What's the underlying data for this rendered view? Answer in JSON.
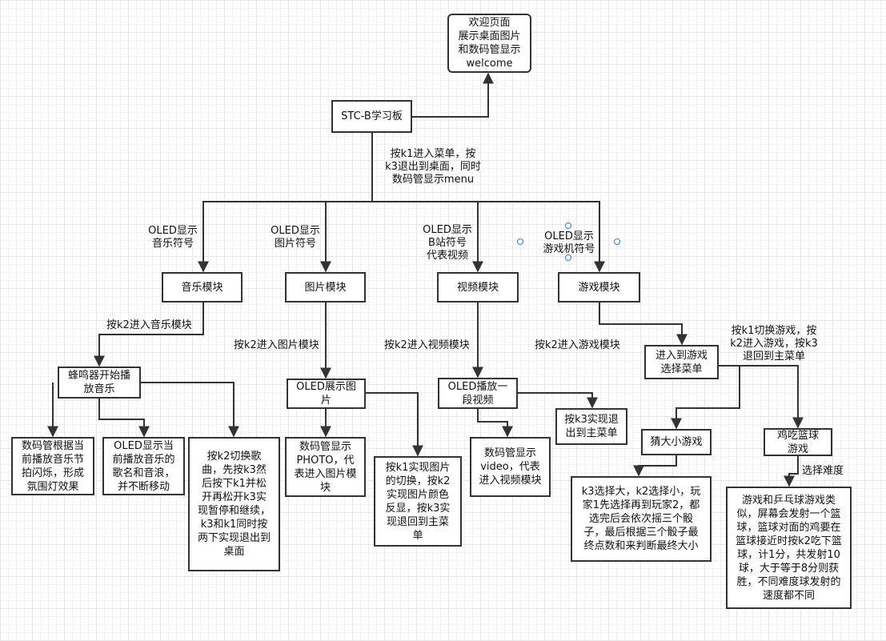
{
  "nodes": {
    "welcome": "欢迎页面\n展示桌面图片\n和数码管显示\nwelcome",
    "board": "STC-B学习板",
    "music": "音乐模块",
    "picture": "图片模块",
    "video": "视频模块",
    "game": "游戏模块",
    "buzzer": "蜂鸣器开始播\n放音乐",
    "seg_music_light": "数码管根据当\n前播放音乐节\n拍闪烁，形成\n氛围灯效果",
    "oled_song": "OLED显示当\n前播放音乐的\n歌名和音浪，\n并不断移动",
    "k2_switch_song": "按k2切换歌\n曲，先按k3然\n后按下k1并松\n开再松开k3实\n现暂停和继续，\nk3和k1同时按\n两下实现退出到\n桌面",
    "oled_show_pic": "OLED展示图\n片",
    "seg_photo": "数码管显示\nPHOTO，代\n表进入图片模\n块",
    "k1_switch_pic": "按k1实现图片\n的切换，按k2\n实现图片颜色\n反显，按k3实\n现退回到主菜\n单",
    "oled_play_video": "OLED播放一\n段视频",
    "k3_exit_video": "按k3实现退\n出到主菜单",
    "seg_video": "数码管显示\nvideo，代表\n进入视频模块",
    "game_menu": "进入到游戏\n选择菜单",
    "guess": "猜大小游戏",
    "basketball": "鸡吃篮球\n游戏",
    "guess_rules": "k3选择大，k2选择小，玩\n家1先选择再到玩家2，都\n选完后会依次摇三个骰\n子，最后根据三个骰子最\n终点数和来判断最终大小",
    "basketball_rules": "游戏和乒乓球游戏类\n似，屏幕会发射一个篮\n球，篮球对面的鸡要在\n篮球接近时按k2吃下篮\n球，计1分，共发射10\n球，大于等于8分则获\n胜，不同难度球发射的\n速度都不同"
  },
  "labels": {
    "k1_enter_menu": "按k1进入菜单，按\nk3退出到桌面，同时\n数码管显示menu",
    "oled_music_symbol": "OLED显示\n音乐符号",
    "oled_picture_symbol": "OLED显示\n图片符号",
    "oled_bilibili_symbol": "OLED显示\nB站符号\n代表视频",
    "oled_console_symbol": "OLED显示\n游戏机符号",
    "k2_enter_music": "按k2进入音乐模块",
    "k2_enter_picture": "按k2进入图片模块",
    "k2_enter_video": "按k2进入视频模块",
    "k2_enter_game": "按k2进入游戏模块",
    "k1_switch_game": "按k1切换游戏，按\nk2进入游戏，按k3\n退回到主菜单",
    "choose_difficulty": "选择难度"
  },
  "colors": {
    "line": "#333333",
    "handle": "#2a7de1"
  }
}
